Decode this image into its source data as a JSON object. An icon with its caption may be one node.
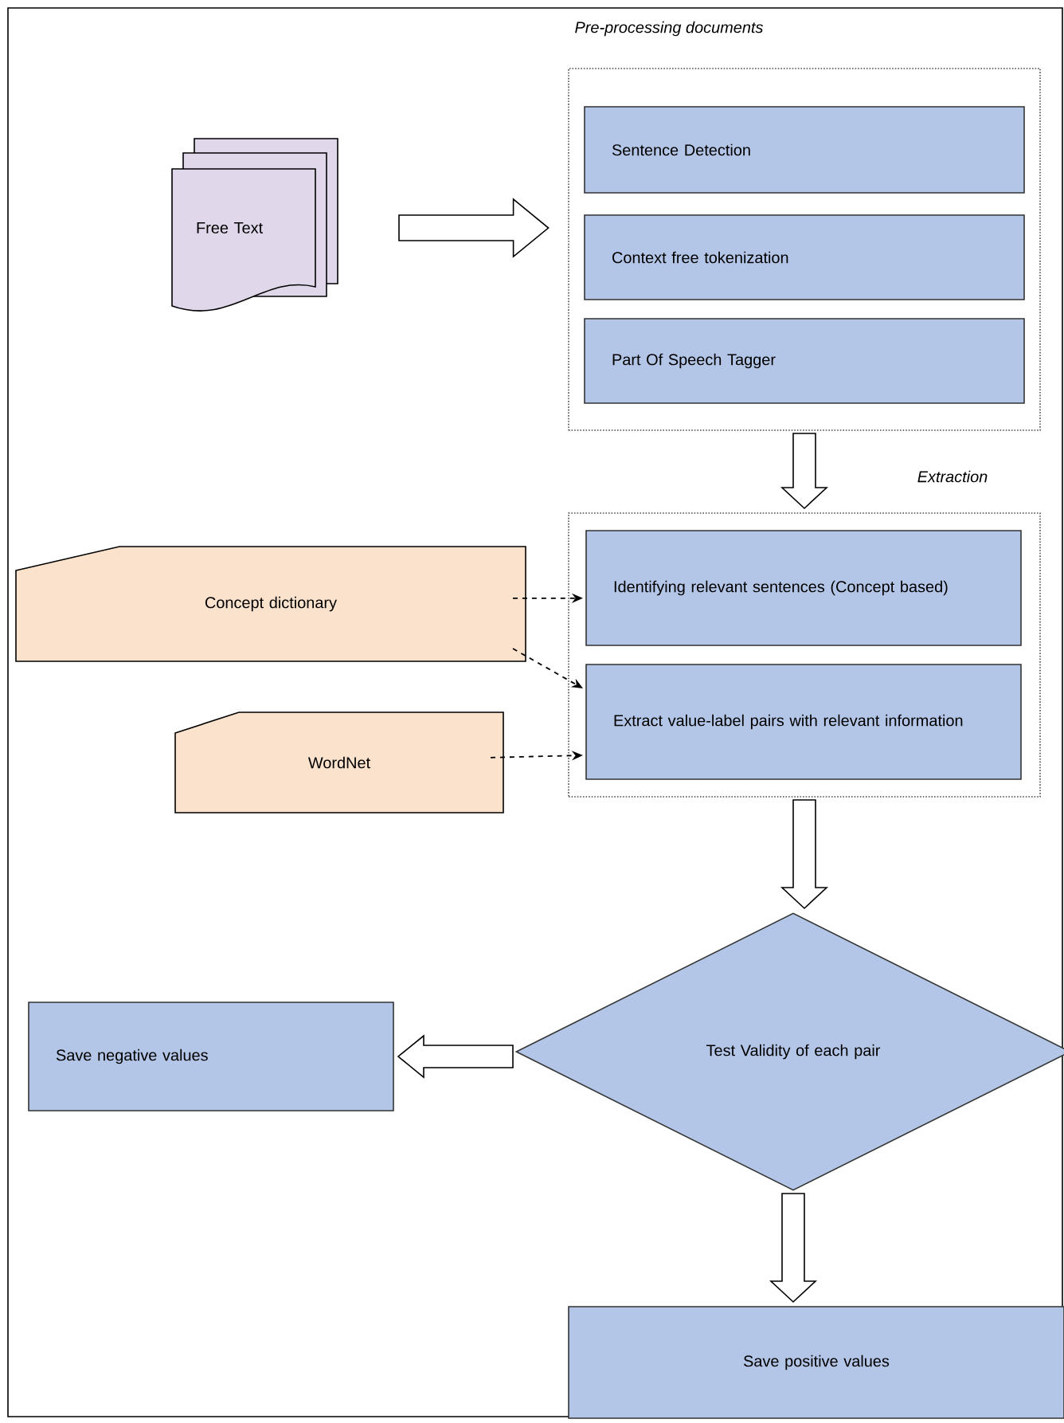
{
  "diagram": {
    "nodes": [
      {
        "text": [
          "Free Text"
        ]
      },
      {
        "text": [
          "Pre-processing documents"
        ]
      },
      {
        "text": [
          "Sentence Detection"
        ],
        "in": 1
      },
      {
        "text": [
          "Context free tokenization"
        ],
        "in": 1
      },
      {
        "text": [
          "Part Of Speech Tagger"
        ],
        "in": 1
      },
      {
        "text": [
          "Extraction"
        ]
      },
      {
        "text": [
          "Identifying relevant sentences (Concept based)"
        ],
        "in": 5
      },
      {
        "text": [
          "Extract value-label pairs with relevant information"
        ],
        "in": 5
      },
      {
        "text": [
          "Concept dictionary"
        ]
      },
      {
        "text": [
          "WordNet"
        ]
      },
      {
        "text": [
          "Test Validity of each pair"
        ]
      },
      {
        "text": [
          "Save negative values"
        ]
      },
      {
        "text": [
          "Save positive values"
        ]
      }
    ],
    "edges": [
      {
        "from": 0,
        "to": 1,
        "arrow": "to"
      },
      {
        "from": 1,
        "to": 5,
        "arrow": "to"
      },
      {
        "from": 8,
        "to": 6,
        "arrow": "to",
        "style": "dashed"
      },
      {
        "from": 8,
        "to": 7,
        "arrow": "to",
        "style": "dashed"
      },
      {
        "from": 9,
        "to": 7,
        "arrow": "to",
        "style": "dashed"
      },
      {
        "from": 5,
        "to": 10,
        "arrow": "to"
      },
      {
        "from": 10,
        "to": 11,
        "arrow": "to"
      },
      {
        "from": 10,
        "to": 12,
        "arrow": "to"
      }
    ]
  }
}
